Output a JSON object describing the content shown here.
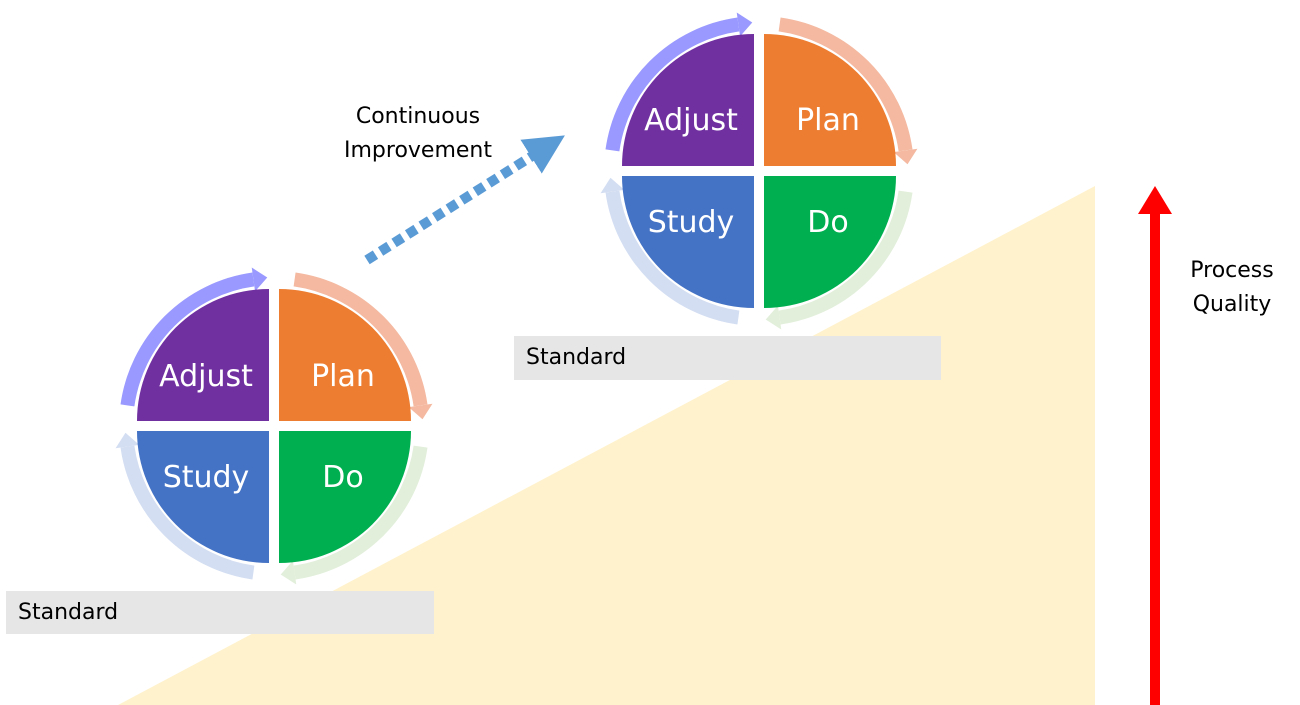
{
  "colors": {
    "adjust": "#7030a0",
    "plan": "#ed7d31",
    "study": "#4472c4",
    "do": "#00b050",
    "ramp": "#fff2cc",
    "standard_bar": "#e6e6e6",
    "improvement_arrow": "#5b9bd5",
    "quality_arrow": "#ff0000",
    "arc_adjust": "#9999ff",
    "arc_plan": "#f4b9a0",
    "arc_study": "#d3def2",
    "arc_do": "#e2efda"
  },
  "cycles": [
    {
      "quadrants": {
        "adjust": "Adjust",
        "plan": "Plan",
        "study": "Study",
        "do": "Do"
      },
      "standard_label": "Standard"
    },
    {
      "quadrants": {
        "adjust": "Adjust",
        "plan": "Plan",
        "study": "Study",
        "do": "Do"
      },
      "standard_label": "Standard"
    }
  ],
  "improvement": {
    "line1": "Continuous",
    "line2": "Improvement"
  },
  "quality": {
    "line1": "Process",
    "line2": "Quality"
  }
}
